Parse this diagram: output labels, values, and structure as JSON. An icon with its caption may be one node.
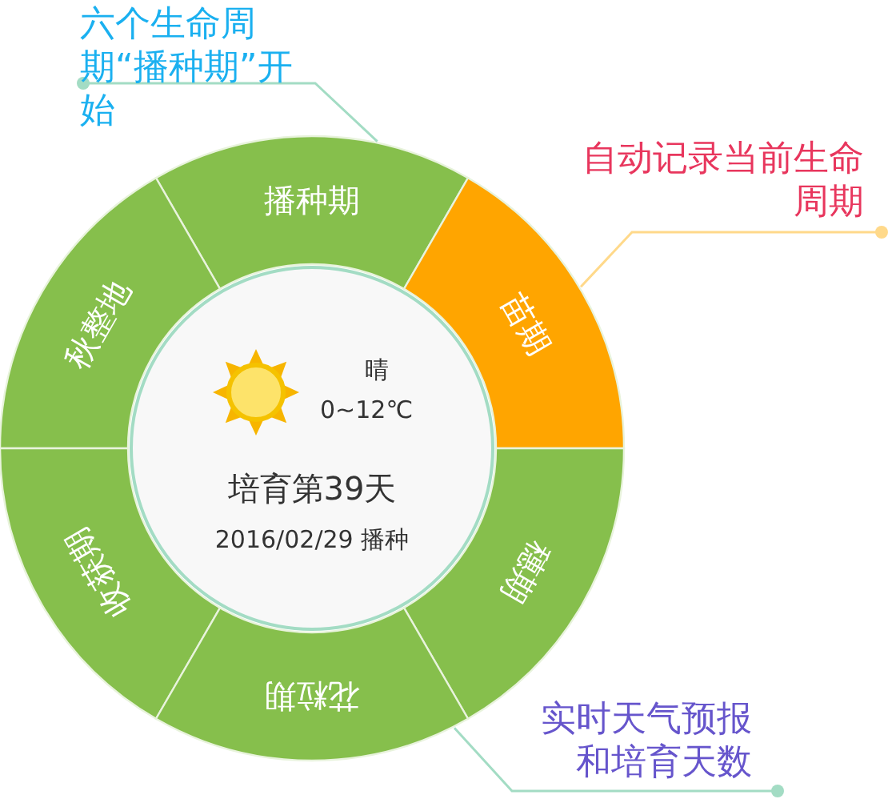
{
  "diagram": {
    "nodes": [
      {
        "text": [
          "六个生命周期“播种期”开始"
        ]
      },
      {
        "text": [
          "自动记录当前生命周期"
        ]
      },
      {
        "text": [
          "播种期"
        ]
      },
      {
        "text": [
          "秋整地"
        ]
      },
      {
        "text": [
          "苗期"
        ]
      },
      {
        "text": [
          "晴",
          "0~12℃",
          "培育第39天",
          "2016/02/29 播种"
        ]
      },
      {
        "text": [
          "收获期"
        ]
      },
      {
        "text": [
          "穗期"
        ]
      },
      {
        "text": [
          "花粒期"
        ]
      },
      {
        "text": [
          "实时天气预报和培育天数"
        ]
      }
    ],
    "edges": [
      {
        "from": 0,
        "to": 2,
        "arrow": "other",
        "color": "#a3dcc4"
      },
      {
        "from": 1,
        "to": 4,
        "arrow": "other",
        "color": "#ffd98a"
      },
      {
        "from": 9,
        "to": 8,
        "arrow": "other",
        "color": "#a3dcc4"
      }
    ]
  }
}
